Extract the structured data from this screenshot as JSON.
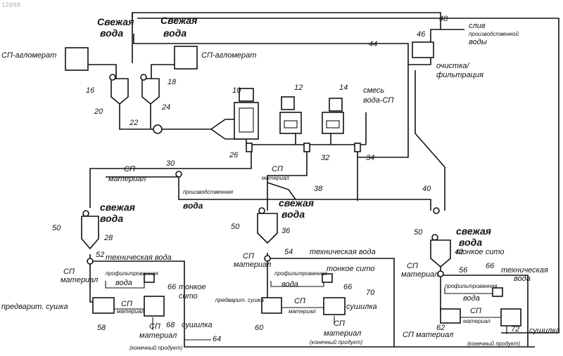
{
  "watermark": "12098",
  "labels": {
    "fresh_water_1": "Свежая",
    "fresh_water_1b": "вода",
    "fresh_water_2": "Свежая",
    "fresh_water_2b": "вода",
    "sp_agglomerate_left": "СП-агломерат",
    "sp_agglomerate_right": "СП-агломерат",
    "drain": "слив",
    "drain_2": "производственной",
    "drain_3": "воды",
    "cleaning": "очистка/",
    "cleaning_2": "фильтрация",
    "mixture": "смесь",
    "mixture_2": "вода-СП",
    "sp_material_1": "СП",
    "sp_material_1b": "материал",
    "process_water": "производственная",
    "process_water_b": "вода",
    "sp_material_2": "СП",
    "sp_material_2b": "материал",
    "fresh_water_3": "свежая",
    "fresh_water_3b": "вода",
    "fresh_water_4": "свежая",
    "fresh_water_4b": "вода",
    "fresh_water_5": "свежая",
    "fresh_water_5b": "вода",
    "tech_water_1": "техническая вода",
    "tech_water_2": "техническая вода",
    "tech_water_3": "техническая",
    "tech_water_3b": "вода",
    "fine_screen_1": "тонкое",
    "fine_screen_1b": "сито",
    "fine_screen_2": "тонкое сито",
    "fine_screen_3": "тонкое сито",
    "profiled_water_1": "профильтрованная",
    "profiled_water_1b": "вода",
    "profiled_water_2": "профильтрованная",
    "profiled_water_2b": "вода",
    "profiled_water_3": "профильтрованная",
    "profiled_water_3b": "вода",
    "sp_material_3": "СП",
    "sp_material_3b": "материал",
    "sp_material_4": "СП",
    "sp_material_4b": "материал",
    "sp_material_5": "СП",
    "sp_material_5b": "материал",
    "pre_drying_1": "предварит. сушка",
    "pre_drying_2": "предварит. сушка",
    "sp_material_mid_1": "СП",
    "sp_material_mid_1b": "материал",
    "sp_material_mid_2": "СП",
    "sp_material_mid_2b": "материал",
    "sp_material_mid_3": "СП",
    "sp_material_mid_3b": "материал",
    "dryer_1": "сушилка",
    "dryer_2": "сушилка",
    "dryer_3": "сушилка",
    "final_1": "СП",
    "final_1b": "материал",
    "final_1c": "(конечный продукт)",
    "final_2": "СП",
    "final_2b": "материал",
    "final_2c": "(конечный продукт)",
    "final_3": "СП материал",
    "final_3c": "(конечный продукт)"
  },
  "reference_numbers": {
    "n10": "10",
    "n12": "12",
    "n14": "14",
    "n16": "16",
    "n18": "18",
    "n20": "20",
    "n22": "22",
    "n24": "24",
    "n26": "26",
    "n28": "28",
    "n30": "30",
    "n32": "32",
    "n34": "34",
    "n36": "36",
    "n38": "38",
    "n40": "40",
    "n42": "42",
    "n44": "44",
    "n46": "46",
    "n48": "48",
    "n50a": "50",
    "n50b": "50",
    "n50c": "50",
    "n52": "52",
    "n54": "54",
    "n56": "56",
    "n58": "58",
    "n60": "60",
    "n62": "62",
    "n64": "64",
    "n66a": "66",
    "n66b": "66",
    "n66c": "66",
    "n68": "68",
    "n70": "70",
    "n72": "72"
  }
}
